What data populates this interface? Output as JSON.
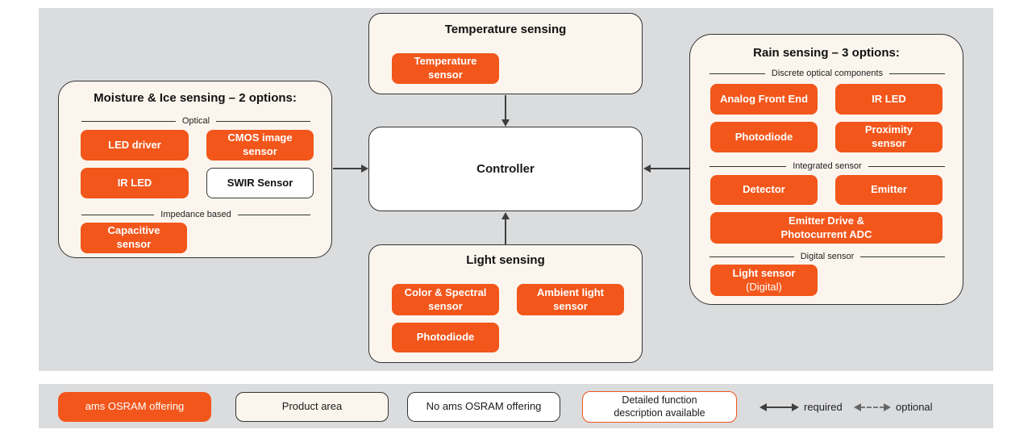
{
  "colors": {
    "orange": "#F2561B",
    "cream": "#FBF5ED",
    "panel_gray": "#DBDCDE"
  },
  "controller": {
    "label": "Controller"
  },
  "temperature": {
    "title": "Temperature sensing",
    "buttons": [
      {
        "label": "Temperature\nsensor"
      }
    ]
  },
  "moisture": {
    "title": "Moisture & Ice sensing – 2 options:",
    "dividers": [
      "Optical",
      "Impedance based"
    ],
    "buttons": [
      {
        "label": "LED driver"
      },
      {
        "label": "CMOS image\nsensor"
      },
      {
        "label": "IR LED"
      },
      {
        "label": "SWIR Sensor"
      },
      {
        "label": "Capacitive\nsensor"
      }
    ]
  },
  "rain": {
    "title": "Rain sensing – 3 options:",
    "dividers": [
      "Discrete optical components",
      "Integrated sensor",
      "Digital sensor"
    ],
    "buttons": [
      {
        "label": "Analog Front End"
      },
      {
        "label": "IR LED"
      },
      {
        "label": "Photodiode"
      },
      {
        "label": "Proximity\nsensor"
      },
      {
        "label": "Detector"
      },
      {
        "label": "Emitter"
      },
      {
        "label": "Emitter Drive &\nPhotocurrent ADC"
      },
      {
        "label": "Light sensor",
        "sublabel": "(Digital)"
      }
    ]
  },
  "light": {
    "title": "Light sensing",
    "buttons": [
      {
        "label": "Color & Spectral\nsensor"
      },
      {
        "label": "Ambient light\nsensor"
      },
      {
        "label": "Photodiode"
      }
    ]
  },
  "legend": {
    "ams_offering": "ams OSRAM offering",
    "product_area": "Product area",
    "no_offering": "No ams OSRAM offering",
    "detailed_function": "Detailed function\ndescription available",
    "required": "required",
    "optional": "optional"
  }
}
